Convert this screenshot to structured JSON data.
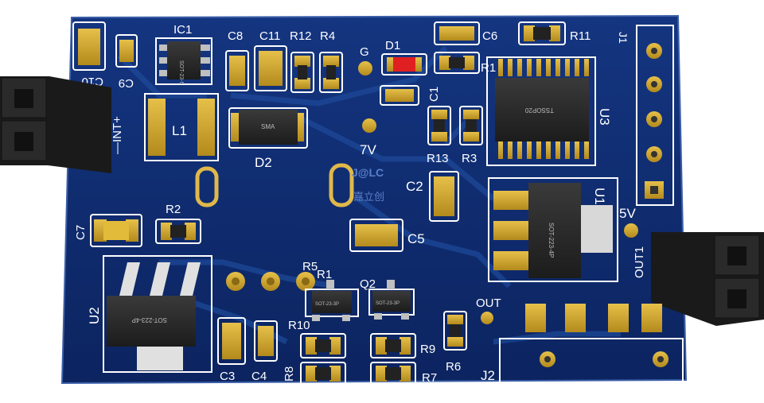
{
  "board": {
    "silk_labels": {
      "ic1": "IC1",
      "c8": "C8",
      "c11": "C11",
      "r12": "R12",
      "r4": "R4",
      "g": "G",
      "d1": "D1",
      "c6": "C6",
      "r11": "R11",
      "j1": "J1",
      "c10": "C10",
      "c9": "C9",
      "r1": "R1",
      "c1": "C1",
      "l1": "L1",
      "int": "—INT+",
      "d2": "D2",
      "v7": "7V",
      "r13": "R13",
      "r3": "R3",
      "u3": "U3",
      "c2": "C2",
      "u1": "U1",
      "r2": "R2",
      "c7": "C7",
      "c5": "C5",
      "v5": "5V",
      "out1": "OUT1",
      "r5": "R5",
      "r1b": "R1",
      "q2": "Q2",
      "u2": "U2",
      "out": "OUT",
      "r10": "R10",
      "r9": "R9",
      "c3": "C3",
      "c4": "C4",
      "r8": "R8",
      "r7": "R7",
      "r6": "R6",
      "j2": "J2"
    },
    "part_marks": {
      "ic1": "SOT-23-6",
      "d2": "SMA",
      "u3": "TSSOP20",
      "u1": "SOT-223-4P",
      "u2": "SOT-223-4P",
      "q1": "SOT-23-3P",
      "q2": "SOT-23-3P"
    },
    "watermark": {
      "logo": "J@LC",
      "brand": "嘉立创"
    },
    "colors": {
      "board": "#0d2a6b",
      "board_edge": "#2c4f95",
      "copper": "#c9a227",
      "silk": "#ffffff",
      "chip": "#2b2b2b",
      "led": "#e02020"
    }
  }
}
